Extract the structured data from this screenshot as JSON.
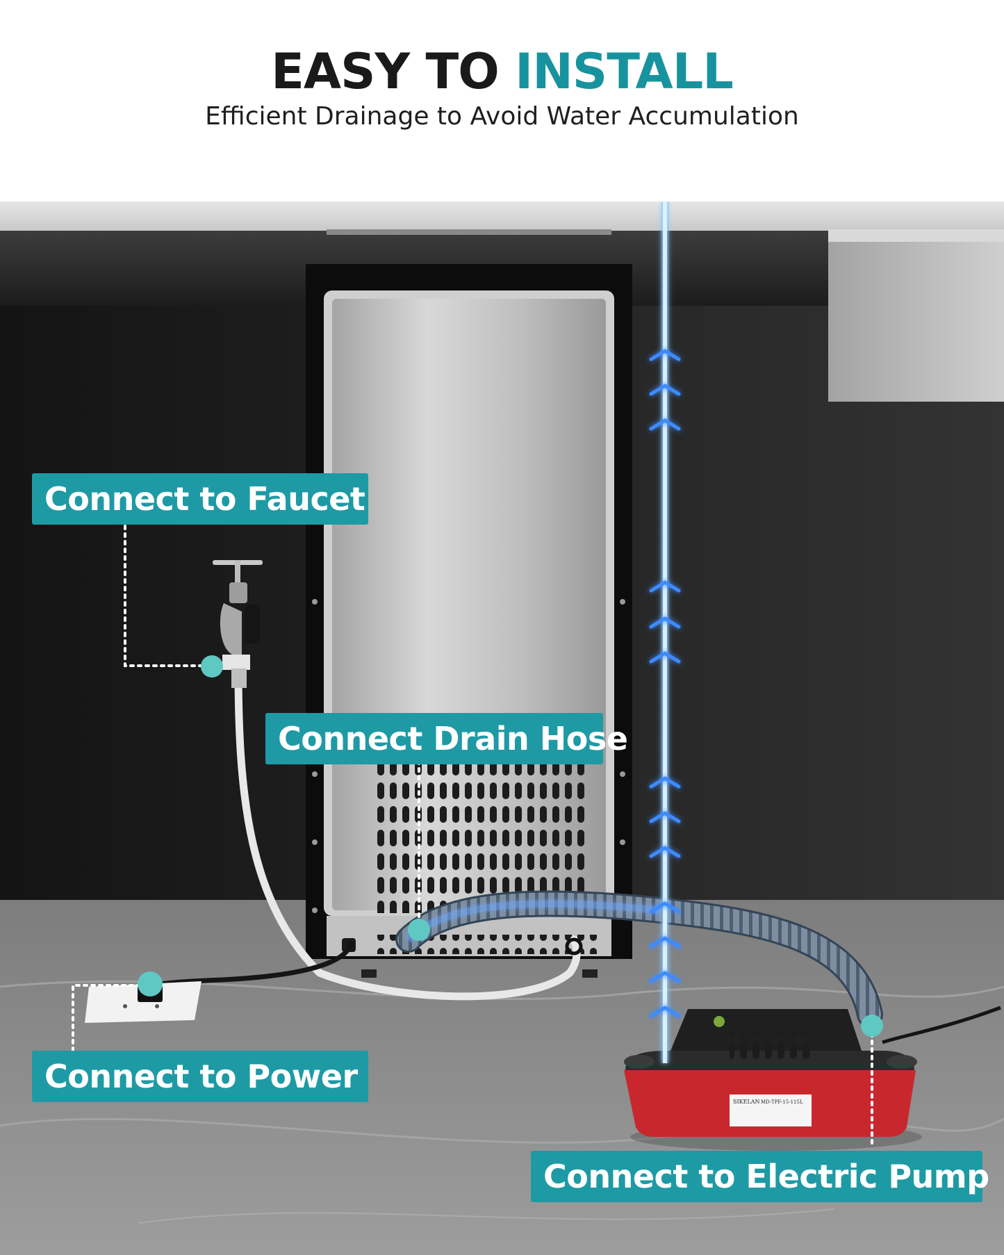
{
  "header": {
    "title_part1": "EASY TO ",
    "title_part2": "INSTALL",
    "subtitle": "Efficient Drainage to Avoid Water Accumulation"
  },
  "callouts": {
    "faucet": "Connect to Faucet",
    "drain_hose": "Connect Drain Hose",
    "power": "Connect to Power",
    "pump": "Connect to Electric Pump"
  },
  "pump_plate": {
    "brand": "SIKELAN",
    "model": "MD-TPF-15-115L"
  },
  "colors": {
    "accent": "#17939f",
    "label_bg": "#1e9aa5",
    "marker": "#5fc8c3",
    "pump_red": "#c8282d",
    "water_glow": "#4aa8ff"
  },
  "icons": [
    "faucet-icon",
    "power-outlet-icon",
    "water-flow-arrow-icon"
  ]
}
